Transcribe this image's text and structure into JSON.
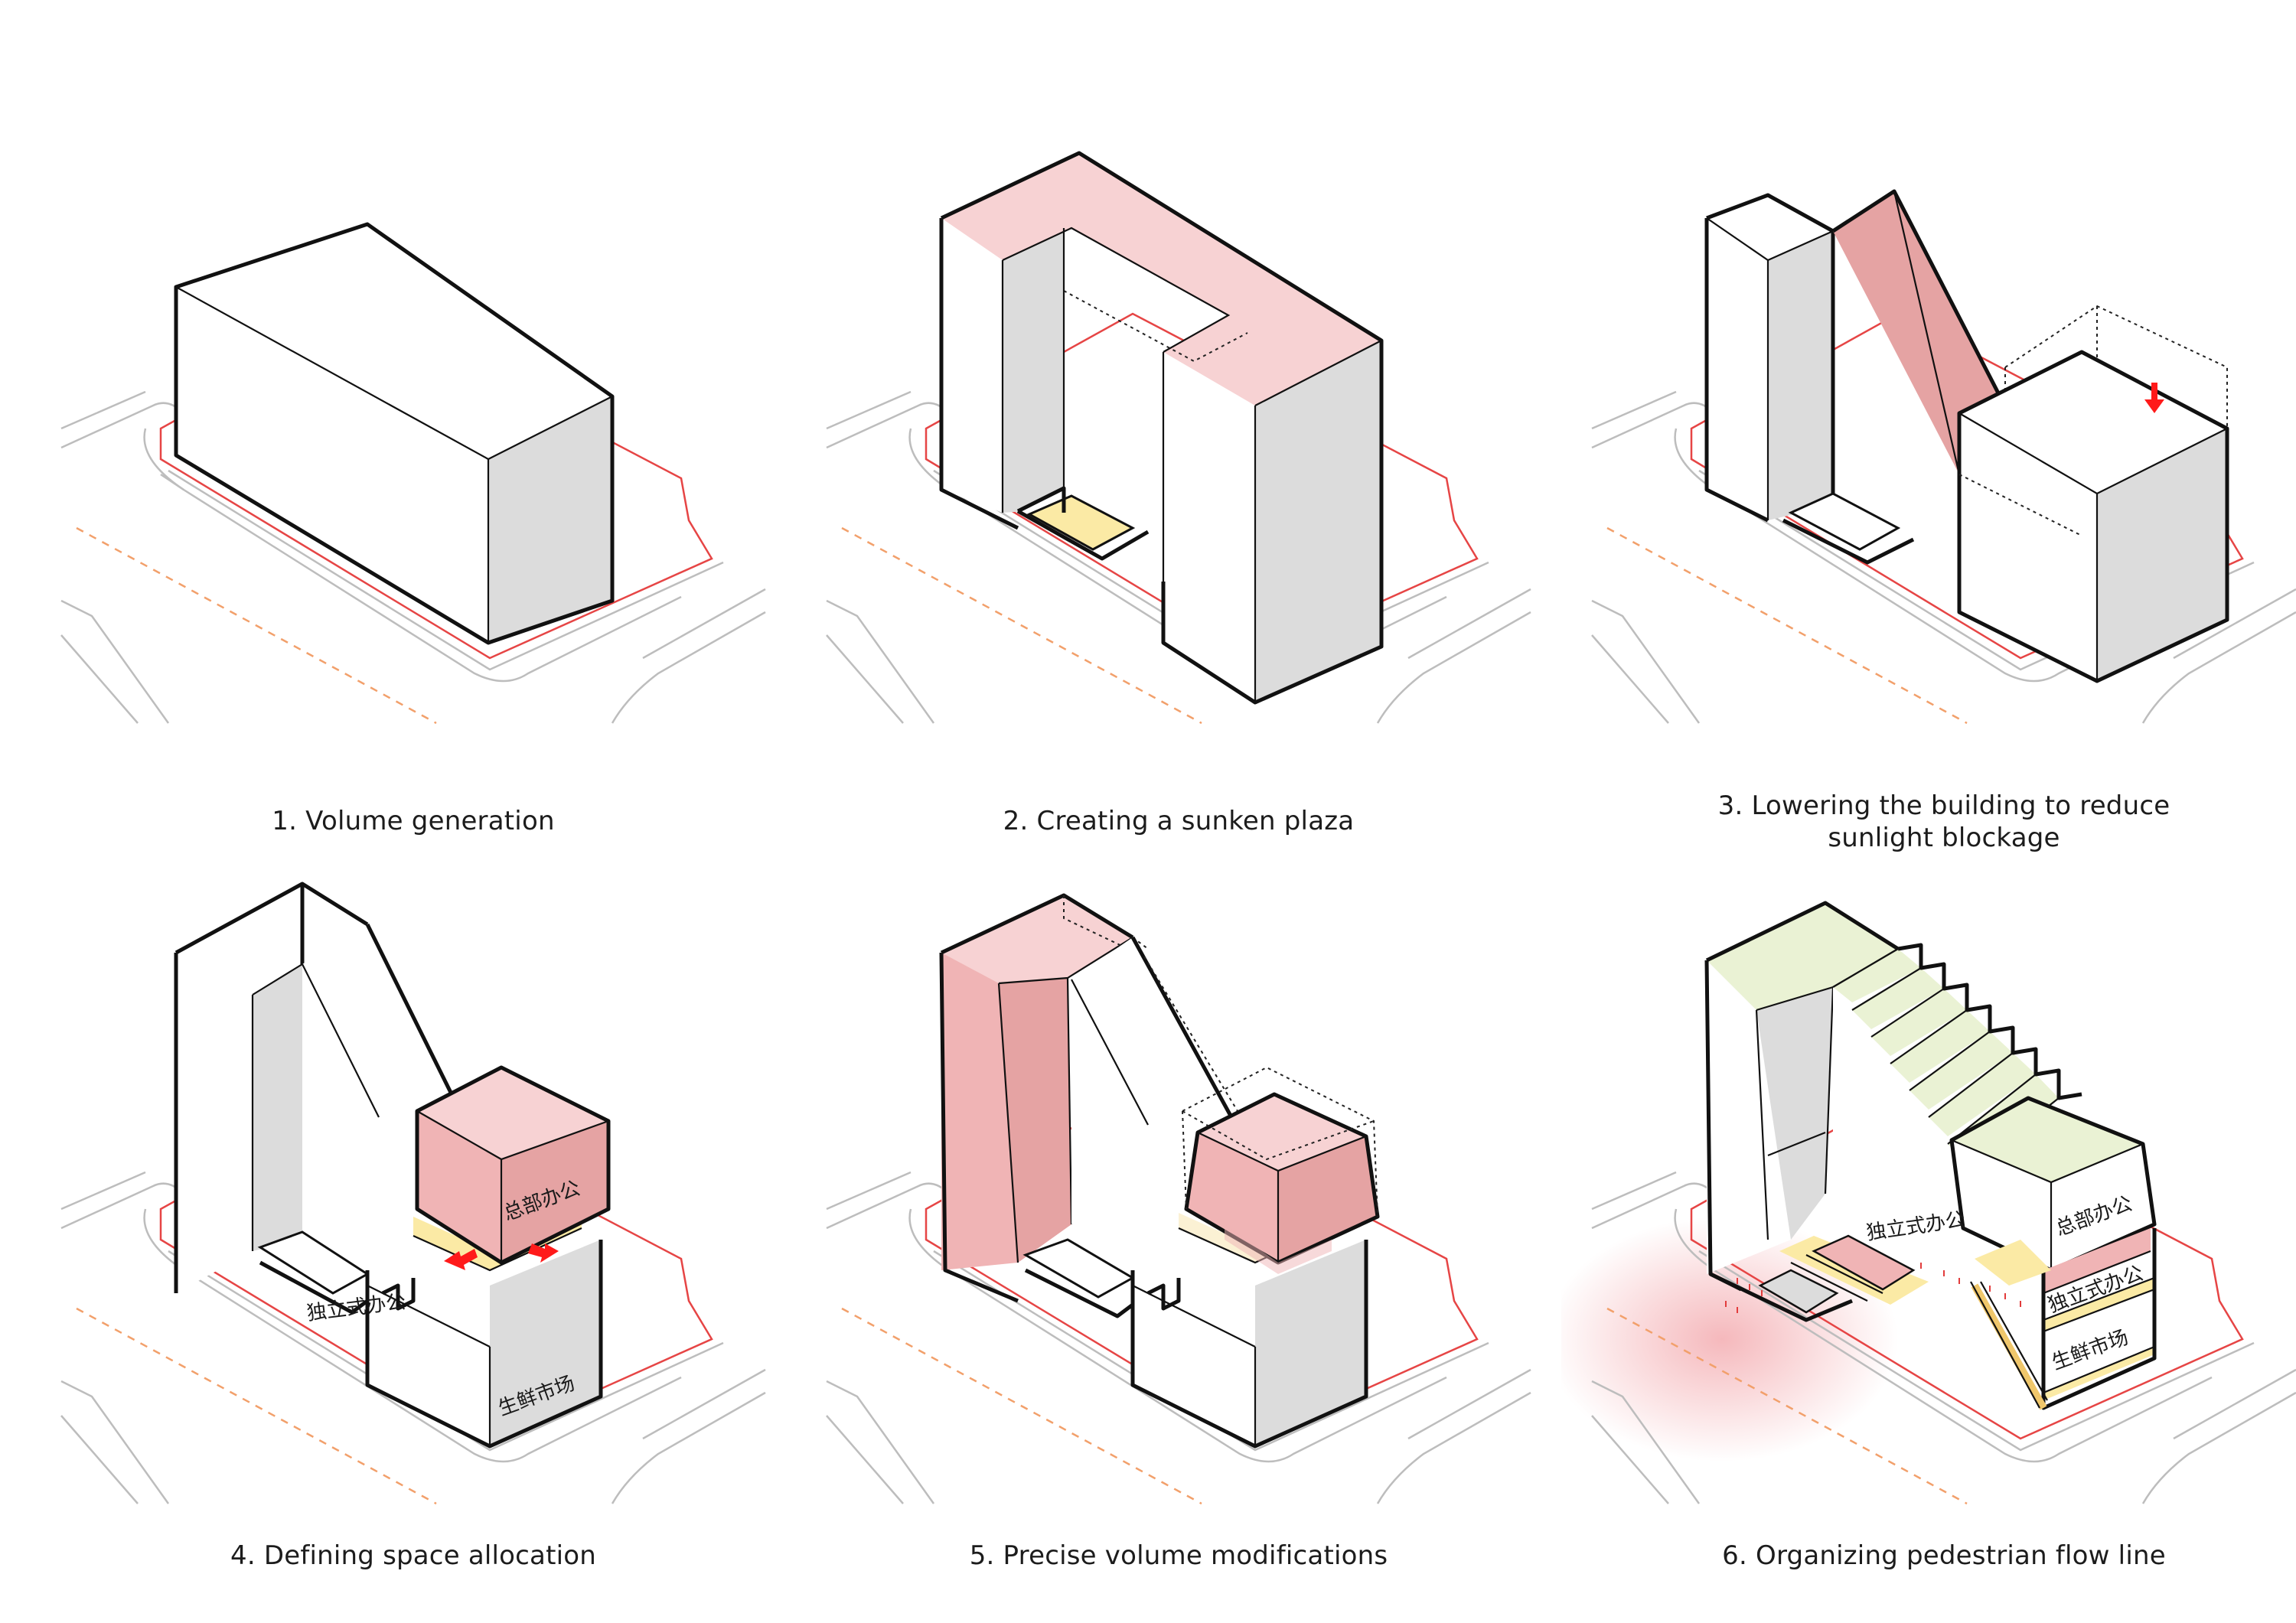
{
  "palette": {
    "pink_light": "#f7d2d3",
    "pink_mid": "#f0b4b5",
    "pink_dark": "#e5a3a3",
    "yellow": "#fbeaa5",
    "green": "#eaf2d4",
    "grey_face": "#dcdcdc",
    "grey_dark": "#cccccc",
    "red_boundary": "#e64545",
    "road": "#bdbdbd",
    "orange_dash": "#f2a06b",
    "arrow_red": "#ff1a1a"
  },
  "panels": [
    {
      "caption": "1. Volume generation",
      "labels": {}
    },
    {
      "caption": "2. Creating a sunken plaza",
      "labels": {}
    },
    {
      "caption": "3. Lowering the building to reduce sunlight blockage",
      "labels": {}
    },
    {
      "caption": "4. Defining space allocation",
      "labels": {
        "independent_office": "独立式办公",
        "hq_office": "总部办公",
        "fresh_market": "生鲜市场"
      }
    },
    {
      "caption": "5. Precise volume modifications",
      "labels": {}
    },
    {
      "caption": "6. Organizing pedestrian flow line",
      "labels": {
        "independent_office": "独立式办公",
        "hq_office": "总部办公",
        "independent_office_2": "独立式办公",
        "fresh_market": "生鲜市场"
      }
    }
  ]
}
